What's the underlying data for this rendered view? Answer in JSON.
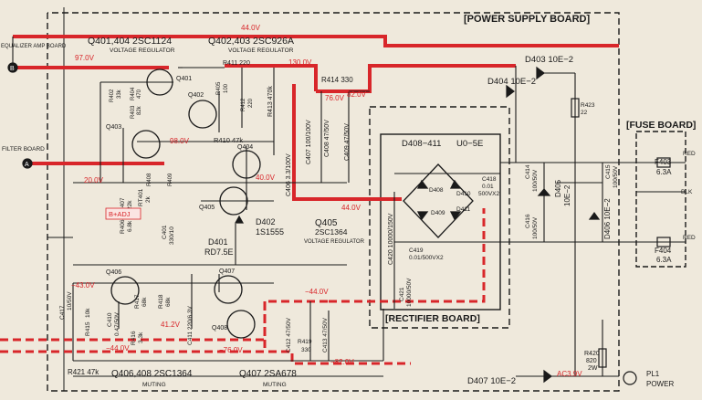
{
  "boards": {
    "power_supply": "[POWER SUPPLY BOARD]",
    "fuse": "[FUSE BOARD]",
    "rectifier": "[RECTIFIER BOARD]",
    "equalizer_amp": "EQUALIZER AMP BOARD",
    "filter": "FILTER BOARD",
    "connector_b": "B",
    "connector_a": "A"
  },
  "voltages": {
    "v44_top": "44.0V",
    "v97": "97.0V",
    "v130": "130.0V",
    "v76": "76.0V",
    "v82": "82.0V",
    "v98": "98.0V",
    "v40": "40.0V",
    "v20": "20.0V",
    "v44_mid": "44.0V",
    "vm43": "−43.0V",
    "vm44_a": "−44.0V",
    "v412": "41.2V",
    "vm44_b": "−44.0V",
    "vm76": "−76.0V",
    "vm82": "−82.0V",
    "ac39": "AC3.9V"
  },
  "groups": {
    "q401_404": "Q401,404  2SC1124",
    "q401_404_role": "VOLTAGE REGULATOR",
    "q402_403": "Q402,403  2SC926A",
    "q402_403_role": "VOLTAGE REGULATOR",
    "q405": "Q405",
    "q405_part": "2SC1364",
    "q405_role": "VOLTAGE REGULATOR",
    "q406_408": "Q406,408  2SC1364",
    "q406_408_role": "MUTING",
    "q407": "Q407  2SA678",
    "q407_role": "MUTING",
    "d408_411": "D408−411",
    "d408_411_part": "U0−5E"
  },
  "transistors": {
    "q401": "Q401",
    "q402": "Q402",
    "q403": "Q403",
    "q404": "Q404",
    "q405": "Q405",
    "q406": "Q406",
    "q407": "Q407",
    "q408": "Q408"
  },
  "diodes": {
    "d401": "D401",
    "d401_part": "RD7.5E",
    "d402": "D402",
    "d402_part": "1S1555",
    "d403": "D403  10E−2",
    "d404": "D404  10E−2",
    "d405": "D405",
    "d405_part": "10E−2",
    "d406": "D406  10E−2",
    "d407": "D407  10E−2",
    "d408": "D408",
    "d409": "D409",
    "d410": "D410",
    "d411": "D411"
  },
  "resistors": {
    "r411": "R411 220",
    "r414": "R414  330",
    "r423": "R423",
    "r423_val": "22",
    "r410": "R410 47k",
    "r402": "R402",
    "r402_val": "33k",
    "r404": "R404",
    "r404_val": "470",
    "r403": "R403",
    "r403_val": "82k",
    "r405": "R405",
    "r405_val": "100",
    "r412": "R412",
    "r412_val": "220",
    "r413": "R413 470k",
    "r408": "R408",
    "r409": "R409",
    "rt401": "RT401",
    "rt401_val": "2k",
    "r406": "R406",
    "r406_val": "6.8k",
    "r407": "R407",
    "r407_val": "22k",
    "r415": "R415",
    "r415_val": "10k",
    "r416": "R416",
    "r416_val": "3.3k",
    "r417": "R417",
    "r417_val": "68k",
    "r418": "R418",
    "r418_val": "68k",
    "r419": "R419",
    "r419_val": "330",
    "r420": "R420",
    "r420_val": "820",
    "r420_w": "2W",
    "r421": "R421  47k"
  },
  "capacitors": {
    "c406": "C406 3.3/100V",
    "c407": "C407 100/100V",
    "c408": "C408 47/50V",
    "c409": "C409 47/50V",
    "c401": "C401",
    "c401_val": "330/10",
    "c410": "C410",
    "c410_val": "0.47/50V",
    "c411": "C411 220/6.3V",
    "c412": "C412 47/50V",
    "c413": "C413 47/50V",
    "c414": "C414",
    "c414_val": "100/50V",
    "c415": "C415",
    "c415_val": "100/50V",
    "c416": "C416",
    "c416_val": "100/50V",
    "c417": "C417",
    "c417_val": "10/50V",
    "c418": "C418",
    "c418_val": "0.01",
    "c418_rating": "500VX2",
    "c419": "C419",
    "c419_val": "0.01/500VX2",
    "c420": "C420 10000/150V",
    "c421": "C421",
    "c421_val": "10000/50V"
  },
  "fuses": {
    "f403": "F403",
    "f403_val": "6.3A",
    "f404": "F404",
    "f404_val": "6.3A"
  },
  "misc": {
    "b_adj": "B+ADJ",
    "red": "RED",
    "blk": "BLK",
    "pl1": "PL1",
    "power": "POWER"
  },
  "colors": {
    "paper": "#efe9dc",
    "ink": "#1a1a1a",
    "highlight_red": "#d8262a"
  }
}
